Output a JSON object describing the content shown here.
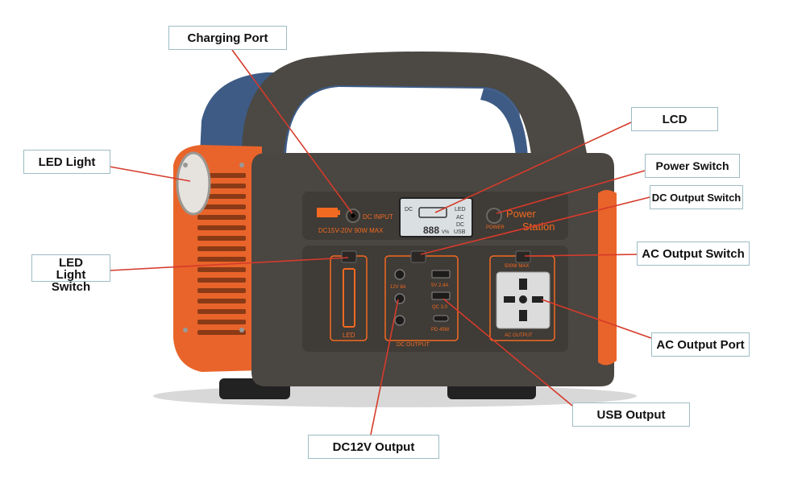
{
  "colors": {
    "accent": "#f26a21",
    "body": "#4a4641",
    "handle_blue": "#3d5b85",
    "leader": "#d63b2b"
  },
  "callouts": {
    "charging_port": "Charging Port",
    "lcd": "LCD",
    "power_switch": "Power Switch",
    "dc_output_switch": "DC Output Switch",
    "led_light": "LED Light",
    "led_light_switch_line1": "LED",
    "led_light_switch_line2": "Light Switch",
    "ac_output_switch": "AC Output Switch",
    "ac_output_port": "AC Output Port",
    "usb_output": "USB Output",
    "dc12v_output": "DC12V Output"
  },
  "device": {
    "dc_input_label": "DC INPUT",
    "dc_input_spec": "DC15V-20V  90W  MAX",
    "lcd_left": "DC",
    "lcd_led": "LED",
    "lcd_ac": "AC",
    "lcd_dc": "DC",
    "lcd_usb": "USB",
    "lcd_digits": "888",
    "lcd_unit": "V%",
    "power_label": "POWER",
    "brand_line1": "Power",
    "brand_line2": "Station",
    "led_panel_label": "LED",
    "dc_output_panel_label": "DC  OUTPUT",
    "dc_port_spec": "12V  8A",
    "usb_spec_1": "5V  2.4A",
    "usb_spec_2": "QC  3.0",
    "usb_spec_3": "PD  45W",
    "ac_max": "500W  MAX",
    "ac_output_label": "AC  OUTPUT"
  }
}
